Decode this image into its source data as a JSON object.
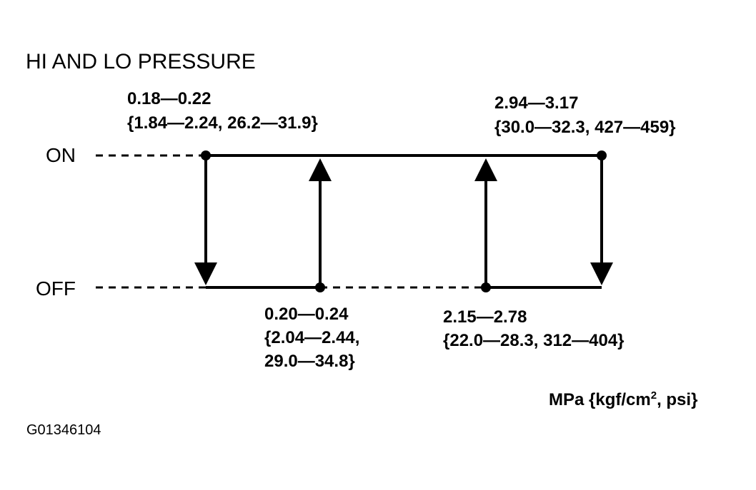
{
  "title": "HI AND LO PRESSURE",
  "states": {
    "on": "ON",
    "off": "OFF"
  },
  "points": {
    "lo_on": {
      "range": "0.18—0.22",
      "conversion": "{1.84—2.24, 26.2—31.9}"
    },
    "lo_off": {
      "range": "0.20—0.24",
      "conversion_1": "{2.04—2.44,",
      "conversion_2": "29.0—34.8}"
    },
    "hi_off": {
      "range": "2.15—2.78",
      "conversion": "{22.0—28.3, 312—404}"
    },
    "hi_on": {
      "range": "2.94—3.17",
      "conversion": "{30.0—32.3, 427—459}"
    }
  },
  "units": {
    "prefix": "MPa {kgf/cm",
    "superscript": "2",
    "suffix": ", psi}"
  },
  "figure_code": "G01346104"
}
